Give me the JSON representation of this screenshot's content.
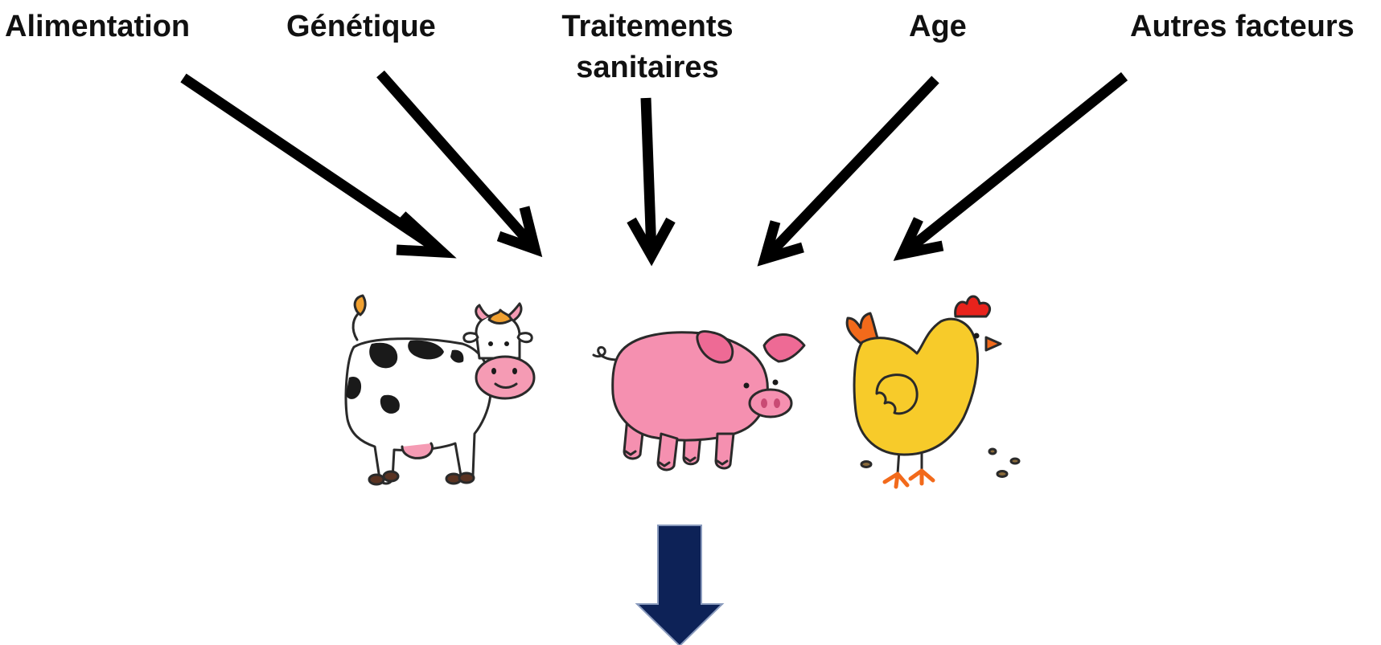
{
  "factors": {
    "alimentation": "Alimentation",
    "genetique": "Génétique",
    "traitements_line1": "Traitements",
    "traitements_line2": "sanitaires",
    "age": "Age",
    "autres": "Autres facteurs"
  },
  "animals": [
    "cow",
    "pig",
    "chicken"
  ],
  "colors": {
    "arrow": "#000000",
    "down_arrow": "#0d2257",
    "cow_spots": "#1a1a1a",
    "cow_muzzle": "#f59bb4",
    "pig_body": "#f590b0",
    "chicken_body": "#f7cb2a",
    "chicken_comb": "#e8231c",
    "chicken_feet": "#f26a1b"
  }
}
